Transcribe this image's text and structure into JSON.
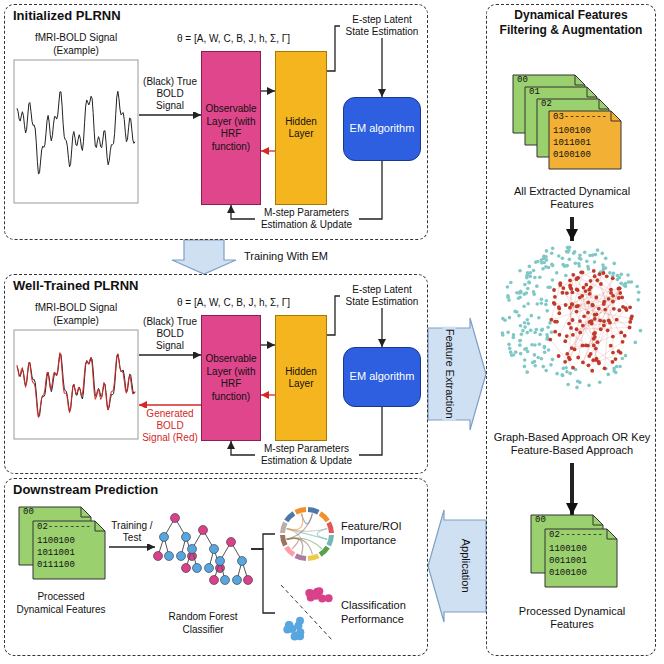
{
  "diagram": {
    "nodes": [
      {
        "text": [
          "Initialized PLRNN"
        ]
      },
      {
        "text": [
          "fMRI-BOLD Signal (Example)"
        ],
        "in": 0
      },
      {
        "text": [
          "Observable Layer (with HRF function)"
        ],
        "in": 0
      },
      {
        "text": [
          "Hidden Layer"
        ],
        "in": 0
      },
      {
        "text": [
          "EM algorithm"
        ],
        "in": 0
      },
      {
        "text": [
          "Well-Trained PLRNN"
        ]
      },
      {
        "text": [
          "fMRI-BOLD Signal (Example)"
        ],
        "in": 5
      },
      {
        "text": [
          "Observable Layer (with HRF function)"
        ],
        "in": 5
      },
      {
        "text": [
          "Hidden Layer"
        ],
        "in": 5
      },
      {
        "text": [
          "EM algorithm"
        ],
        "in": 5
      },
      {
        "text": [
          "Downstream Prediction"
        ]
      },
      {
        "text": [
          "Processed Dynamical Features"
        ],
        "in": 10
      },
      {
        "text": [
          "Random Forest Classifier"
        ],
        "in": 10
      },
      {
        "text": [
          "Feature/ROI Importance"
        ],
        "in": 10
      },
      {
        "text": [
          "Classification Performance"
        ],
        "in": 10
      },
      {
        "text": [
          "Dynamical Features Filtering & Augmentation"
        ]
      },
      {
        "text": [
          "All Extracted Dynamical Features"
        ],
        "in": 15
      },
      {
        "text": [
          "Graph-Based Approach OR Key Feature-Based Approach"
        ],
        "in": 15
      },
      {
        "text": [
          "Processed Dynamical Features"
        ],
        "in": 15
      }
    ],
    "edges": [
      {
        "from": 1,
        "to": 2,
        "label": "(Black) True BOLD Signal",
        "arrow": "to"
      },
      {
        "from": 2,
        "to": 3,
        "arrow": "to"
      },
      {
        "from": 3,
        "to": 2,
        "arrow": "to"
      },
      {
        "from": 3,
        "to": 4,
        "label": "E-step Latent State Estimation",
        "arrow": "to"
      },
      {
        "from": 4,
        "to": 2,
        "label": "M-step Parameters Estimation & Update",
        "arrow": "to"
      },
      {
        "from": 0,
        "to": 5,
        "label": "Training With EM",
        "arrow": "to"
      },
      {
        "from": 6,
        "to": 7,
        "label": "(Black) True BOLD Signal",
        "arrow": "to"
      },
      {
        "from": 7,
        "to": 6,
        "label": "Generated BOLD Signal (Red)",
        "arrow": "to"
      },
      {
        "from": 7,
        "to": 8,
        "arrow": "to"
      },
      {
        "from": 8,
        "to": 7,
        "arrow": "to"
      },
      {
        "from": 8,
        "to": 9,
        "label": "E-step Latent State Estimation",
        "arrow": "to"
      },
      {
        "from": 9,
        "to": 7,
        "label": "M-step Parameters Estimation & Update",
        "arrow": "to"
      },
      {
        "from": 5,
        "to": 15,
        "label": "Feature Extraction",
        "arrow": "to"
      },
      {
        "from": 16,
        "to": 17,
        "arrow": "to"
      },
      {
        "from": 17,
        "to": 18,
        "arrow": "to"
      },
      {
        "from": 15,
        "to": 10,
        "label": "Application",
        "arrow": "to"
      },
      {
        "from": 11,
        "to": 12,
        "label": "Training / Test",
        "arrow": "to"
      },
      {
        "from": 12,
        "to": 13,
        "arrow": "none"
      },
      {
        "from": 12,
        "to": 14,
        "arrow": "none"
      }
    ],
    "labels": [
      "θ = [A, W, C, B, J, h, Σ, Γ]",
      "θ = [A, W, C, B, J, h, Σ, Γ]",
      "00",
      "01",
      "02",
      "03--------",
      "1100100",
      "1011001",
      "0100100",
      "00",
      "02--------",
      "1100100",
      "0011001",
      "0100100",
      "00",
      "02--------",
      "1100100",
      "1011001",
      "0111100"
    ]
  }
}
